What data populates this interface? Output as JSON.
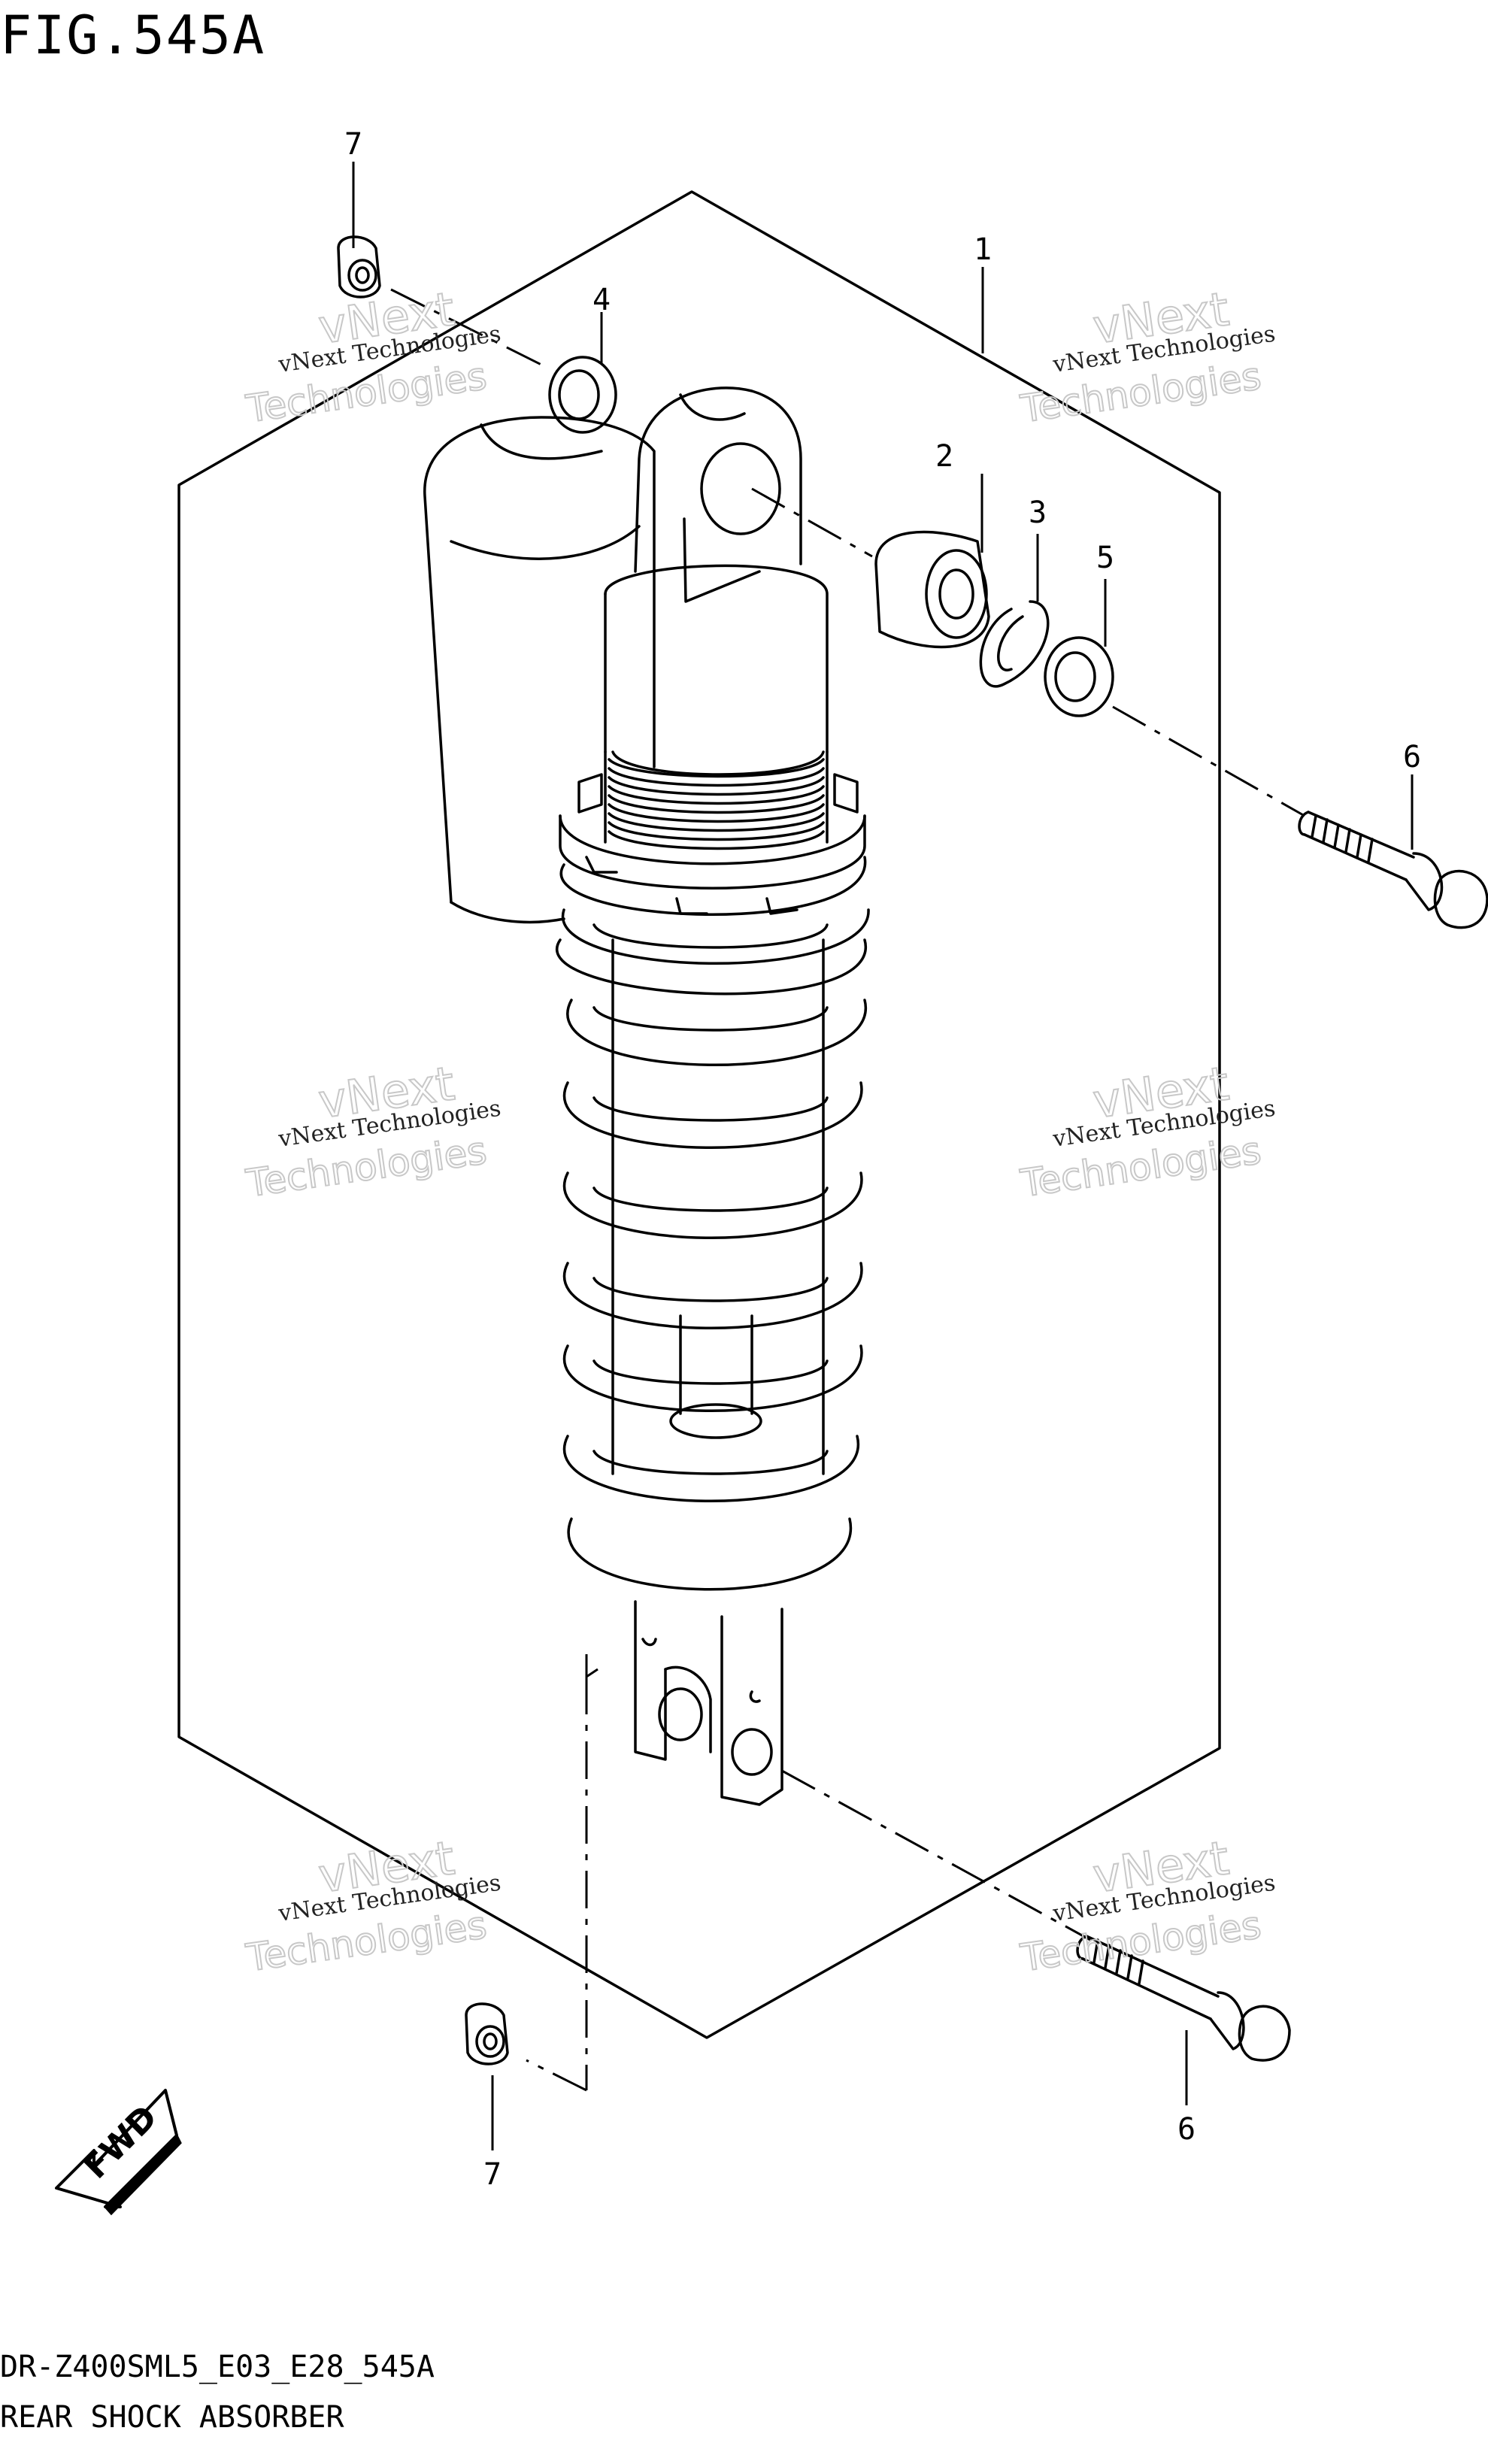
{
  "figure": {
    "title": "FIG.545A",
    "model_code": "DR-Z400SML5_E03_E28_545A",
    "caption": "REAR SHOCK ABSORBER"
  },
  "callouts": [
    {
      "num": "1",
      "part": "shock-absorber-assembly"
    },
    {
      "num": "2",
      "part": "bushing"
    },
    {
      "num": "3",
      "part": "snap-ring"
    },
    {
      "num": "4",
      "part": "washer-top"
    },
    {
      "num": "5",
      "part": "washer-side"
    },
    {
      "num": "6",
      "part": "bolt-upper"
    },
    {
      "num": "6",
      "part": "bolt-lower"
    },
    {
      "num": "7",
      "part": "nut-upper"
    },
    {
      "num": "7",
      "part": "nut-lower"
    }
  ],
  "watermark": {
    "line1": "vNext Technologies",
    "line2": "vNext",
    "line3": "Technologies"
  },
  "direction_badge": {
    "label": "FWD",
    "icon": "forward-arrow-icon"
  }
}
